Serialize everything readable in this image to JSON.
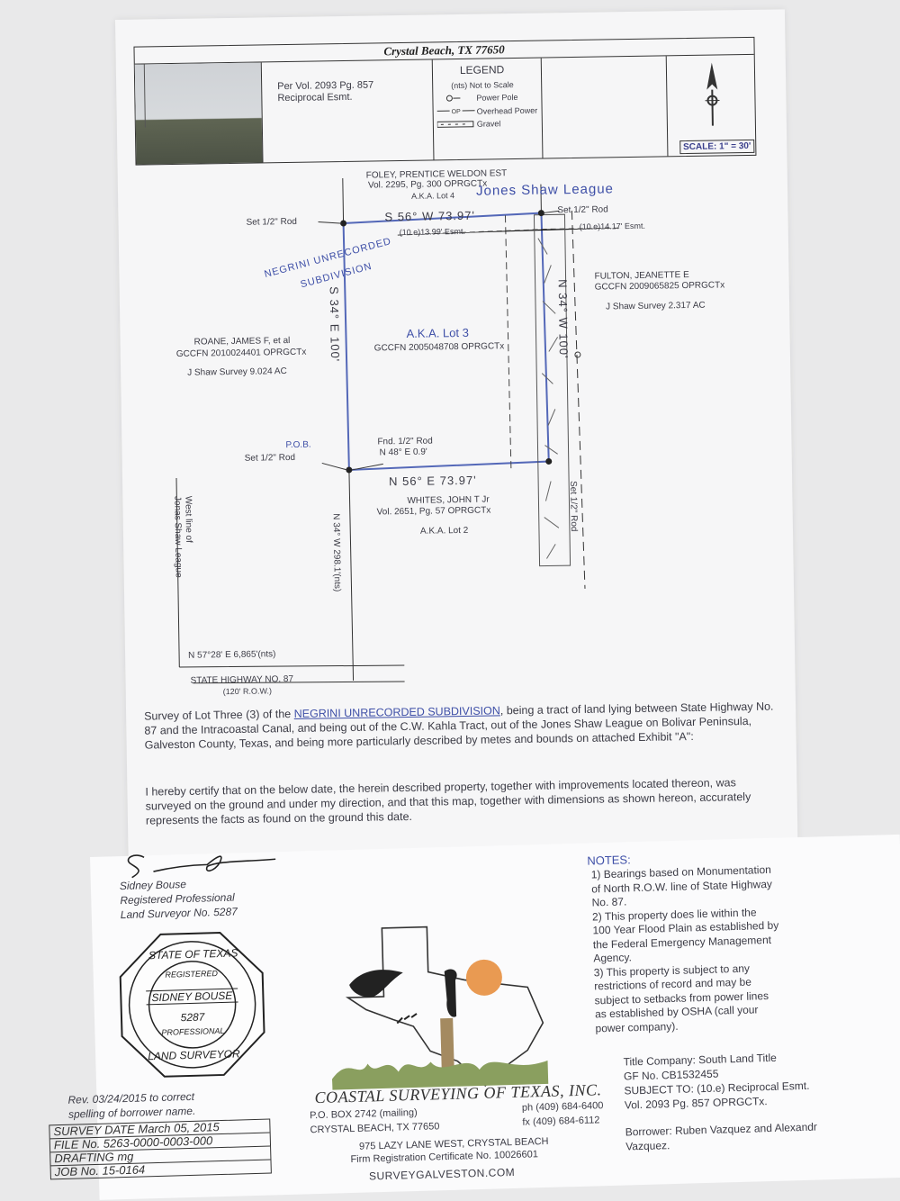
{
  "header": {
    "title": "Crystal Beach, TX 77650",
    "reference_lines": [
      "Per Vol. 2093 Pg. 857",
      "Reciprocal Esmt."
    ],
    "legend": {
      "title": "LEGEND",
      "items": [
        "(nts) Not to Scale",
        "Power Pole",
        "Overhead Power",
        "Gravel"
      ],
      "op_symbol": "OP"
    },
    "scale": "SCALE: 1\" = 30'"
  },
  "plat": {
    "foley": [
      "FOLEY, PRENTICE WELDON EST",
      "Vol. 2295, Pg. 300 OPRGCTx",
      "A.K.A. Lot 4"
    ],
    "league_label": "Jones Shaw League",
    "subdivision_stamp": [
      "NEGRINI UNRECORDED",
      "SUBDIVISION"
    ],
    "north_bearing": "S 56° W  73.97'",
    "south_bearing": "N 56° E  73.97'",
    "west_bearing": "S 34° E  100'",
    "east_bearing": "N 34° W  100'",
    "set_rod_nw": "Set 1/2\" Rod",
    "set_rod_ne": "Set 1/2\" Rod",
    "set_rod_sw": "Set 1/2\" Rod",
    "set_rod_se": "Set 1/2\" Rod",
    "pob": "P.O.B.",
    "esmt_left": "(10.e)13.99' Esmt.",
    "esmt_right": "(10.e)14.17' Esmt.",
    "fnd_rod": [
      "Fnd. 1/2\" Rod",
      "N 48° E 0.9'"
    ],
    "lot3": [
      "A.K.A. Lot 3",
      "GCCFN 2005048708 OPRGCTx"
    ],
    "roane": [
      "ROANE, JAMES F, et al",
      "GCCFN 2010024401 OPRGCTx",
      "J Shaw Survey 9.024 AC"
    ],
    "fulton": [
      "FULTON, JEANETTE E",
      "GCCFN 2009065825 OPRGCTx",
      "J Shaw Survey 2.317 AC"
    ],
    "whites": [
      "WHITES, JOHN T Jr",
      "Vol. 2651, Pg. 57 OPRGCTx",
      "A.K.A. Lot 2"
    ],
    "west_line": [
      "West line of",
      "Jonas Shaw League"
    ],
    "tie_bearing": "N 34° W  298.1'(nts)",
    "hwy_bearing": "N 57°28' E  6,865'(nts)",
    "highway": [
      "STATE HIGHWAY NO. 87",
      "(120' R.O.W.)"
    ]
  },
  "description": {
    "prefix": "Survey of Lot Three (3) of the ",
    "subdivision_link": "NEGRINI UNRECORDED SUBDIVISION",
    "suffix": ", being a tract of land lying between State Highway No. 87 and the Intracoastal Canal, and being out of the C.W. Kahla Tract, out of the Jones Shaw League on Bolivar Peninsula, Galveston County, Texas, and being more particularly described by metes and bounds on attached Exhibit \"A\":",
    "certification": "I hereby certify that on the below date, the herein described property, together with improvements located thereon, was surveyed on the ground and under my direction, and that this map, together with dimensions as shown hereon, accurately represents the facts as found on the ground this date."
  },
  "surveyor": {
    "name": "Sidney Bouse",
    "title_line1": "Registered Professional",
    "title_line2": "Land Surveyor No. 5287",
    "seal": {
      "state_text": "STATE OF TEXAS",
      "registered": "REGISTERED",
      "name": "SIDNEY BOUSE",
      "number": "5287",
      "professional": "PROFESSIONAL",
      "land_surveyor": "LAND SURVEYOR"
    }
  },
  "revision": {
    "line1": "Rev. 03/24/2015 to correct",
    "line2": "spelling of borrower name.",
    "title_block": [
      "SURVEY DATE   March 05, 2015",
      "FILE No. 5263-0000-0003-000",
      "DRAFTING   mg",
      "JOB No. 15-0164"
    ]
  },
  "company": {
    "name": "COASTAL SURVEYING OF TEXAS, INC.",
    "po_box": "P.O. BOX 2742 (mailing)",
    "city": "CRYSTAL BEACH, TX   77650",
    "phone": "ph (409) 684-6400",
    "fax": "fx (409) 684-6112",
    "address": "975 LAZY LANE WEST,  CRYSTAL BEACH",
    "firm_reg": "Firm Registration Certificate No. 10026601",
    "website": "SURVEYGALVESTON.COM"
  },
  "notes": {
    "title": "NOTES:",
    "lines": [
      "1) Bearings based on Monumentation",
      "of North R.O.W. line of State Highway",
      "No. 87.",
      "2) This property does lie within the",
      "100 Year Flood Plain as established by",
      "the Federal Emergency Management",
      "Agency.",
      "3) This property is subject to any",
      "restrictions of record and may be",
      "subject to setbacks from power lines",
      "as established by OSHA (call your",
      "power company)."
    ]
  },
  "title_info": {
    "lines": [
      "Title Company: South Land Title",
      "GF No. CB1532455",
      "SUBJECT TO: (10.e) Reciprocal Esmt.",
      "Vol. 2093 Pg. 857 OPRGCTx."
    ],
    "borrower_line1": "Borrower: Ruben Vazquez and Alexandr",
    "borrower_line2": "Vazquez."
  }
}
